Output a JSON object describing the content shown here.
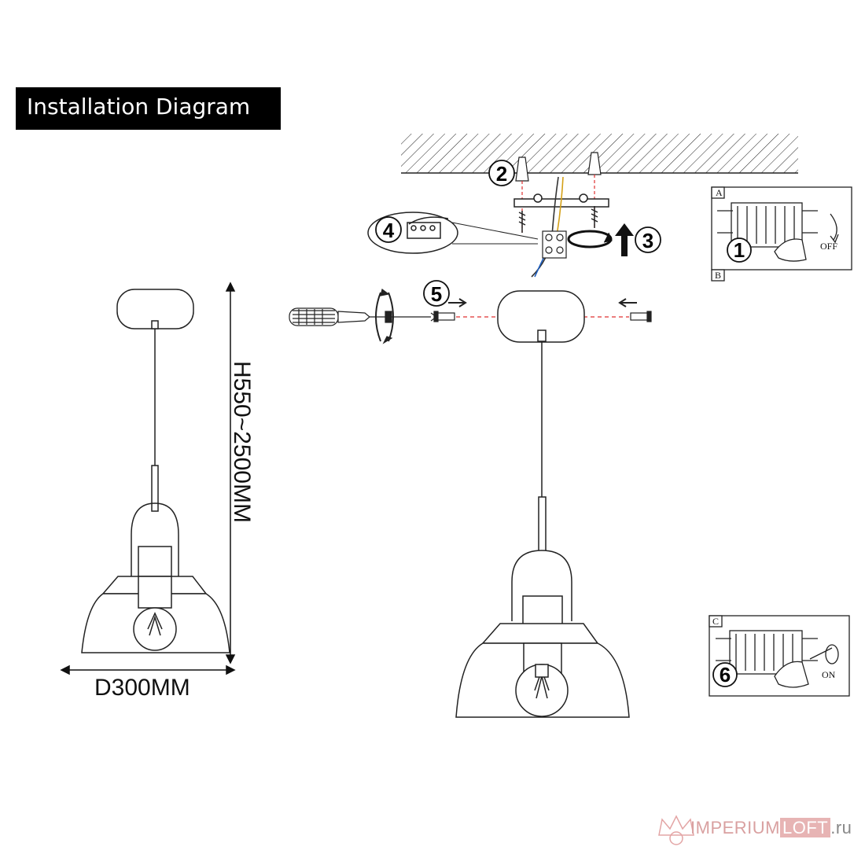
{
  "title": "Installation Diagram",
  "dimensions": {
    "diameter": "D300MM",
    "height": "H550~2500MM"
  },
  "steps": [
    "1",
    "2",
    "3",
    "4",
    "5",
    "6"
  ],
  "panels": {
    "top": {
      "tag_a": "A",
      "tag_b": "B",
      "switch_label": "OFF"
    },
    "bottom": {
      "tag_c": "C",
      "switch_label": "ON"
    }
  },
  "watermark": {
    "brand": "IMPERIUM",
    "brand_highlight": "LOFT",
    "domain": ".ru"
  },
  "colors": {
    "ink": "#111111",
    "leader": "#e03030",
    "title_bg": "#000000"
  }
}
